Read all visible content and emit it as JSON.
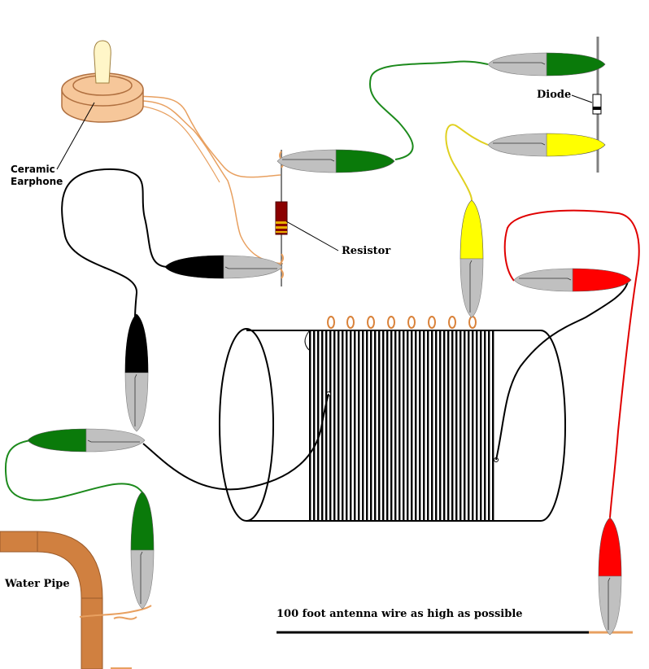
{
  "labels": {
    "earphone_line1": "Ceramic",
    "earphone_line2": "Earphone",
    "resistor": "Resistor",
    "diode": "Diode",
    "water_pipe": "Water Pipe",
    "antenna": "100 foot antenna wire as high as possible"
  },
  "colors": {
    "background": "#ffffff",
    "wire_black": "#000000",
    "wire_green": "#1c8a1c",
    "wire_yellow": "#e0d020",
    "wire_red": "#e00000",
    "wire_copper": "#e8a060",
    "clip_black": "#000000",
    "clip_green": "#0a7a0a",
    "clip_yellow": "#ffff00",
    "clip_red": "#ff0000",
    "clip_metal": "#c0c0c0",
    "pipe": "#d08040",
    "earphone": "#f6c79a",
    "earphone_plug": "#fff6c8",
    "resistor_body": "#8b0000"
  },
  "components": [
    "ceramic-earphone",
    "resistor",
    "diode",
    "coil-on-cylinder",
    "water-pipe",
    "antenna-wire",
    "alligator-clips"
  ]
}
